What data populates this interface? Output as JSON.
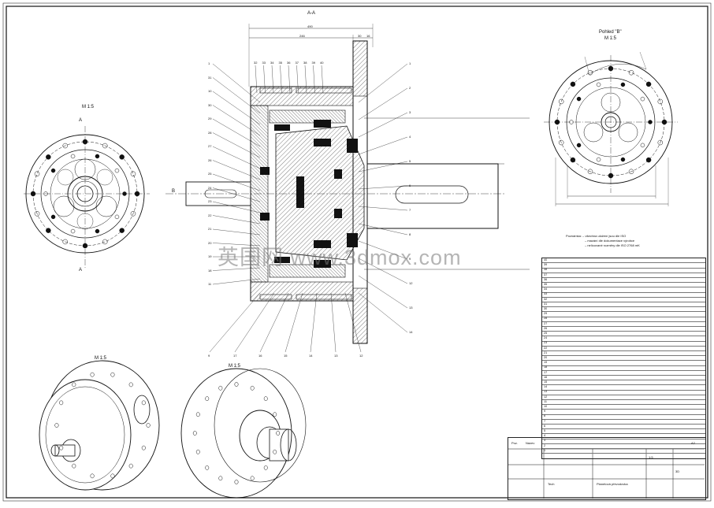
{
  "drawing": {
    "section_label": "A-A",
    "view_left_label": "M 1:5",
    "view_right_label": "Pohled \"B\"",
    "view_right_scale": "M 1:5",
    "iso_left_label": "M 1:5",
    "iso_right_label": "M 1:5",
    "watermark": "英国网 www.3dmox.com",
    "cut_marker_a": "A",
    "cut_marker_b": "B",
    "balloons_top": [
      "32",
      "33",
      "34",
      "35",
      "36",
      "37",
      "38",
      "39",
      "40"
    ],
    "balloons_left": [
      "1",
      "31",
      "10",
      "30",
      "29",
      "28",
      "27",
      "26",
      "25",
      "24",
      "23",
      "22",
      "21",
      "20",
      "19",
      "18",
      "11"
    ],
    "balloons_right": [
      "1",
      "2",
      "3",
      "4",
      "5",
      "6",
      "7",
      "8",
      "9",
      "12",
      "13",
      "14"
    ],
    "balloons_bottom": [
      "9",
      "17",
      "16",
      "15",
      "14",
      "13",
      "12"
    ],
    "dim_top_overall": "490",
    "dim_top_a": "246",
    "dim_top_b": "30",
    "dim_top_c": "16"
  },
  "notes": {
    "line1": "Poznámka: – všechna uložení jsou dle ISO",
    "line2": "– mazání dle dokumentace výrobce",
    "line3": "– nelícované rozměry dle ISO 2768 mK"
  },
  "bom_rows": [
    "40",
    "39",
    "38",
    "37",
    "36",
    "35",
    "34",
    "33",
    "32",
    "31",
    "30",
    "29",
    "28",
    "27",
    "26",
    "25",
    "24",
    "23",
    "22",
    "21",
    "20",
    "19",
    "18",
    "17",
    "16",
    "15",
    "14",
    "13",
    "12",
    "11",
    "10",
    "9",
    "8",
    "7",
    "6",
    "5",
    "4",
    "3",
    "2",
    "1"
  ],
  "title_block": {
    "row1": "Poz.",
    "row2": "Název",
    "sheet": "1:5",
    "format": "A2",
    "title": "Planetová převodovka",
    "number": "3D",
    "company": "Tech"
  }
}
